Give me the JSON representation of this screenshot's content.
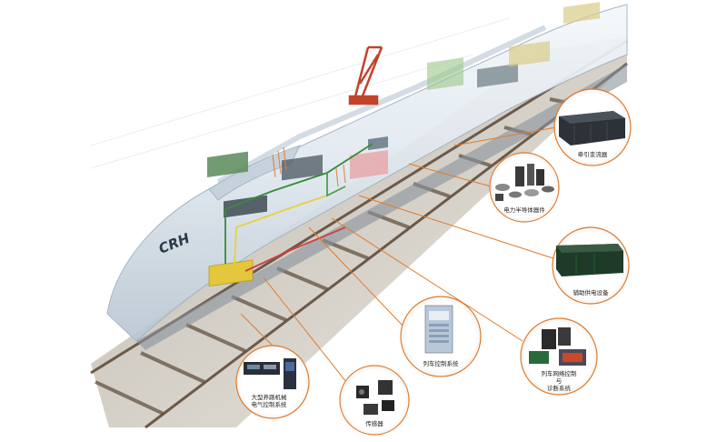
{
  "train": {
    "logo_text": "CRH"
  },
  "components": [
    {
      "id": "traction-converter",
      "label": "牵引变流器"
    },
    {
      "id": "power-semiconductor",
      "label": "电力半导体器件"
    },
    {
      "id": "auxiliary-power",
      "label": "辅助供电设备"
    },
    {
      "id": "train-control",
      "label": "列车控制系统"
    },
    {
      "id": "network-control",
      "label_lines": [
        "列车网络控制",
        "与",
        "诊断系统"
      ]
    },
    {
      "id": "sensor",
      "label": "传感器"
    },
    {
      "id": "maintenance-machinery",
      "label_lines": [
        "大型养路机械",
        "电气控制系统"
      ]
    }
  ],
  "colors": {
    "callout_line": "#e07a2a",
    "callout_ring": "#e07a2a",
    "train_body": "#dfe8f0",
    "rail": "#6b5a4a"
  }
}
